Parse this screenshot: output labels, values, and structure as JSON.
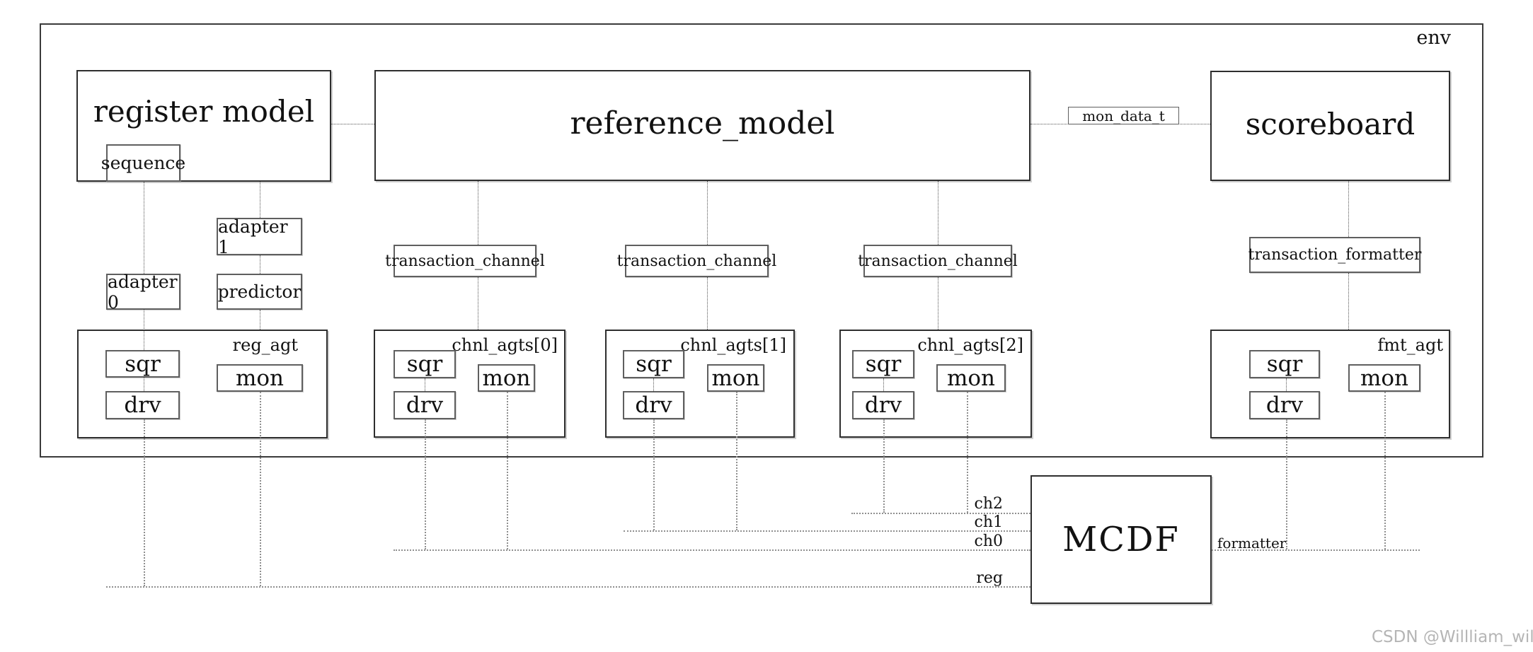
{
  "env_label": "env",
  "watermark": "CSDN @Willliam_william",
  "top_row": {
    "register_model": "register model",
    "sequence": "sequence",
    "reference_model": "reference_model",
    "mon_data_t": "mon_data_t",
    "scoreboard": "scoreboard"
  },
  "middle": {
    "adapter1": "adapter 1",
    "adapter0": "adapter 0",
    "predictor": "predictor",
    "transaction_channels": [
      "transaction_channel",
      "transaction_channel",
      "transaction_channel"
    ],
    "transaction_formatter": "transaction_formatter"
  },
  "agents": [
    {
      "label": "reg_agt",
      "sqr": "sqr",
      "drv": "drv",
      "mon": "mon"
    },
    {
      "label": "chnl_agts[0]",
      "sqr": "sqr",
      "drv": "drv",
      "mon": "mon"
    },
    {
      "label": "chnl_agts[1]",
      "sqr": "sqr",
      "drv": "drv",
      "mon": "mon"
    },
    {
      "label": "chnl_agts[2]",
      "sqr": "sqr",
      "drv": "drv",
      "mon": "mon"
    },
    {
      "label": "fmt_agt",
      "sqr": "sqr",
      "drv": "drv",
      "mon": "mon"
    }
  ],
  "dut": {
    "label": "MCDF"
  },
  "ports": {
    "ch2": "ch2",
    "ch1": "ch1",
    "ch0": "ch0",
    "reg": "reg",
    "formatter": "formatter"
  },
  "colors": {
    "box_border": "#2e2e2e",
    "inner_border": "#5f5f5f",
    "line": "#8f8f8f",
    "watermark": "#b5b5b5"
  }
}
